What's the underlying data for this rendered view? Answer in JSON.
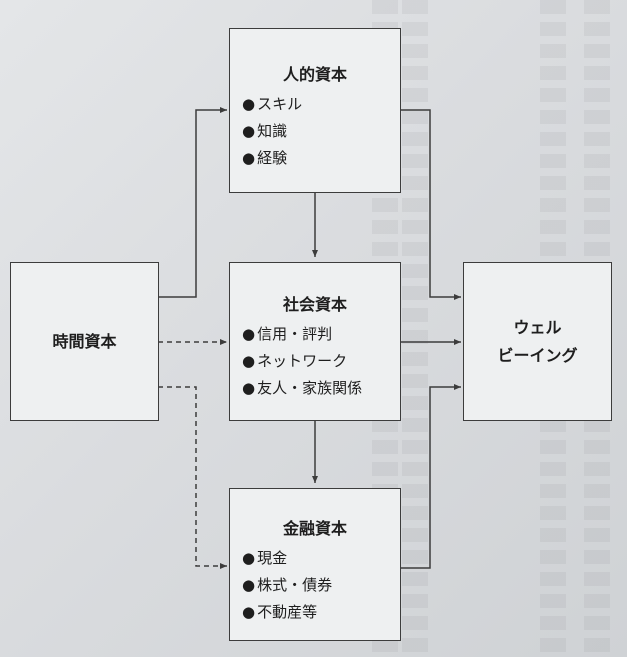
{
  "nodes": {
    "human": {
      "title": "人的資本",
      "items": [
        "スキル",
        "知識",
        "経験"
      ]
    },
    "social": {
      "title": "社会資本",
      "items": [
        "信用・評判",
        "ネットワーク",
        "友人・家族関係"
      ]
    },
    "financial": {
      "title": "金融資本",
      "items": [
        "現金",
        "株式・債券",
        "不動産等"
      ]
    },
    "time": {
      "title": "時間資本"
    },
    "wellbeing": {
      "title_line1": "ウェル",
      "title_line2": "ビーイング"
    }
  },
  "bullet": "●",
  "colors": {
    "line": "#3c3c3c",
    "box_fill": "#eef0f1",
    "text": "#1e1e1e"
  }
}
